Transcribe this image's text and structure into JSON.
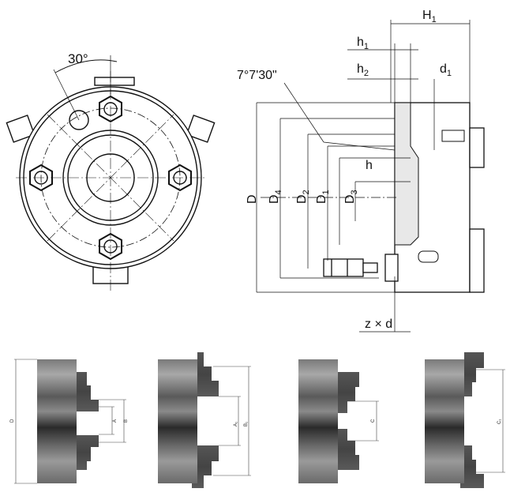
{
  "front_view": {
    "angle_label": "30°"
  },
  "side_view": {
    "H1": {
      "main": "H",
      "sub": "1"
    },
    "h1": {
      "main": "h",
      "sub": "1"
    },
    "h2": {
      "main": "h",
      "sub": "2"
    },
    "d1": {
      "main": "d",
      "sub": "1"
    },
    "taper_angle": "7°7'30\"",
    "h": "h",
    "D": "D",
    "D4": {
      "main": "D",
      "sub": "4"
    },
    "D2": {
      "main": "D",
      "sub": "2"
    },
    "D1": {
      "main": "D",
      "sub": "1"
    },
    "D3": {
      "main": "D",
      "sub": "3"
    },
    "bolts": "z × d"
  },
  "jaw_views": [
    {
      "labels": [
        "D",
        "A",
        "B"
      ]
    },
    {
      "labels": [
        "A₁",
        "B₁"
      ]
    },
    {
      "labels": [
        "C"
      ]
    },
    {
      "labels": [
        "C₁"
      ]
    }
  ]
}
